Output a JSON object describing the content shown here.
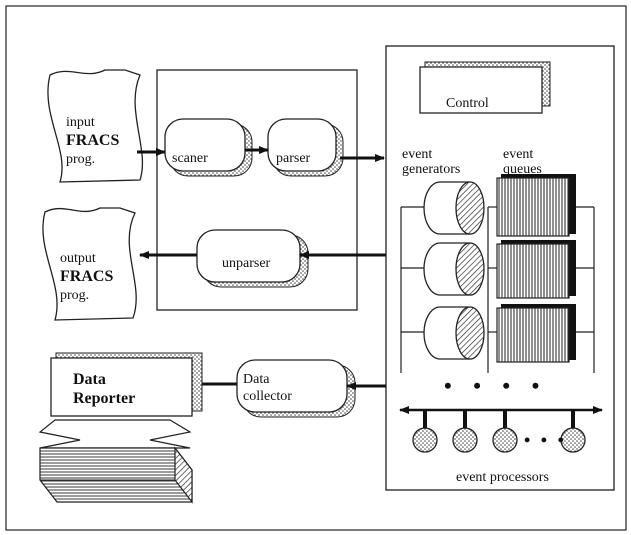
{
  "input_doc": {
    "line1": "input",
    "line2": "FRACS",
    "line3": "prog."
  },
  "output_doc": {
    "line1": "output",
    "line2": "FRACS",
    "line3": "prog."
  },
  "scanner_label": "scaner",
  "parser_label": "parser",
  "unparser_label": "unparser",
  "control_label": "Control",
  "event_generators": {
    "line1": "event",
    "line2": "generators"
  },
  "event_queues": {
    "line1": "event",
    "line2": "queues"
  },
  "ellipsis_dots": "• • • •",
  "processor_dots": "• • •",
  "data_collector": {
    "line1": "Data",
    "line2": "collector"
  },
  "data_reporter": {
    "line1": "Data",
    "line2": "Reporter"
  },
  "event_processors_label": "event processors"
}
